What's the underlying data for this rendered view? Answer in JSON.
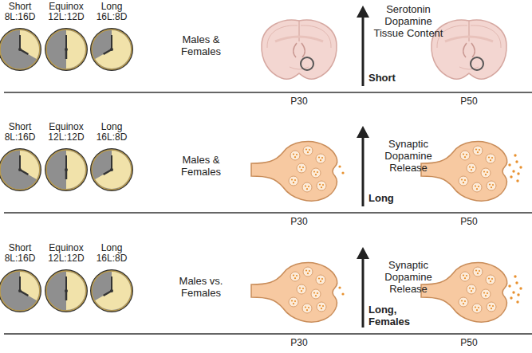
{
  "diagram": {
    "labels": [
      "Short",
      "8L:16D",
      "Equinox",
      "12L:12D",
      "Long",
      "16L:8D",
      "Males & Females",
      "Serotonin Dopamine Tissue Content",
      "Short",
      "P30",
      "P50",
      "Short",
      "8L:16D",
      "Equinox",
      "12L:12D",
      "Long",
      "16L:8D",
      "Males & Females",
      "Synaptic Dopamine Release",
      "Long",
      "P30",
      "P50",
      "Short",
      "8L:16D",
      "Equinox",
      "12L:12D",
      "Long",
      "16L:8D",
      "Males vs. Females",
      "Synaptic Dopamine Release",
      "Long, Females",
      "P30",
      "P50"
    ]
  }
}
